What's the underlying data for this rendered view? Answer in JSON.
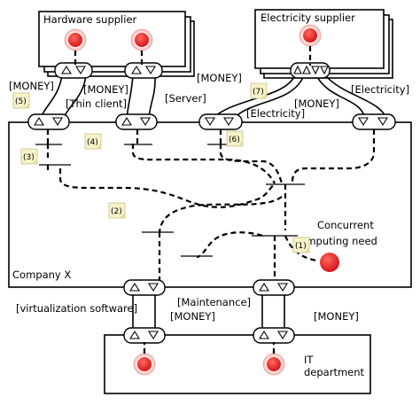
{
  "labels": {
    "hardware_supplier": "Hardware supplier",
    "electricity_supplier": "Electricity supplier",
    "company": "Company X",
    "it_department": "IT\ndepartment",
    "it_line1": "IT",
    "it_line2": "department",
    "money_1": "[MONEY]",
    "money_2": "[MONEY]",
    "money_3": "[MONEY]",
    "money_4": "[MONEY]",
    "money_5": "[MONEY]",
    "money_6": "[MONEY]",
    "thin_client": "[Thin client]",
    "server": "[Server]",
    "electricity_1": "[Electricity]",
    "electricity_2": "[Electricity]",
    "virtualization": "[virtualization software]",
    "maintenance": "[Maintenance]",
    "need_line1": "Concurrent",
    "need_line2": "computing need"
  },
  "notes": [
    "(1)",
    "(2)",
    "(3)",
    "(4)",
    "(5)",
    "(6)",
    "(7)"
  ],
  "colors": {
    "source_red": "#e0191f",
    "note_fill": "#f7f3c8",
    "line": "#000000"
  }
}
